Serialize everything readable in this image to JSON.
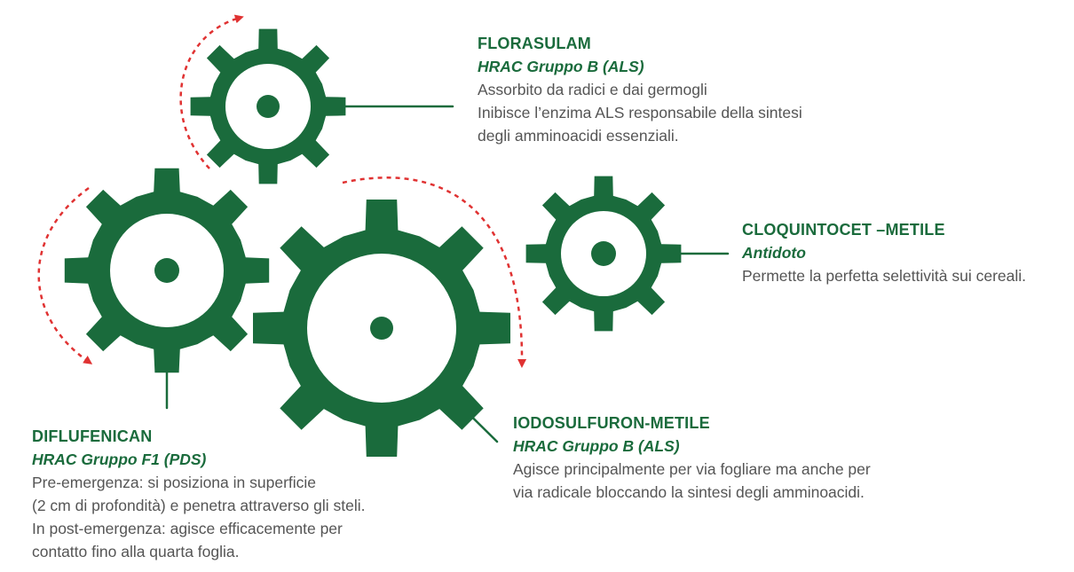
{
  "colors": {
    "gear": "#1a6b3c",
    "arrow": "#e03232",
    "heading": "#1a6b3c",
    "text": "#555555"
  },
  "gears": [
    {
      "id": "florasulam-gear",
      "icon": "gear-icon"
    },
    {
      "id": "diflufenican-gear",
      "icon": "gear-icon"
    },
    {
      "id": "iodosulfuron-gear",
      "icon": "gear-icon"
    },
    {
      "id": "cloquintocet-gear",
      "icon": "gear-icon"
    }
  ],
  "labels": {
    "florasulam": {
      "name": "FLORASULAM",
      "group": "HRAC Gruppo B (ALS)",
      "lines": [
        "Assorbito da radici e dai germogli",
        "Inibisce l’enzima ALS responsabile della sintesi",
        "degli amminoacidi essenziali."
      ]
    },
    "cloquintocet": {
      "name": "CLOQUINTOCET –METILE",
      "group": "Antidoto",
      "lines": [
        "Permette la perfetta selettività sui cereali."
      ]
    },
    "iodosulfuron": {
      "name": "IODOSULFURON-METILE",
      "group": "HRAC Gruppo B (ALS)",
      "lines": [
        "Agisce principalmente per via fogliare ma anche per",
        "via radicale bloccando la sintesi degli amminoacidi."
      ]
    },
    "diflufenican": {
      "name": "DIFLUFENICAN",
      "group": "HRAC Gruppo F1 (PDS)",
      "lines": [
        "Pre-emergenza: si posiziona in superficie",
        "(2 cm di profondità) e penetra attraverso gli steli.",
        "In post-emergenza: agisce efficacemente per",
        "contatto fino alla quarta foglia."
      ]
    }
  }
}
